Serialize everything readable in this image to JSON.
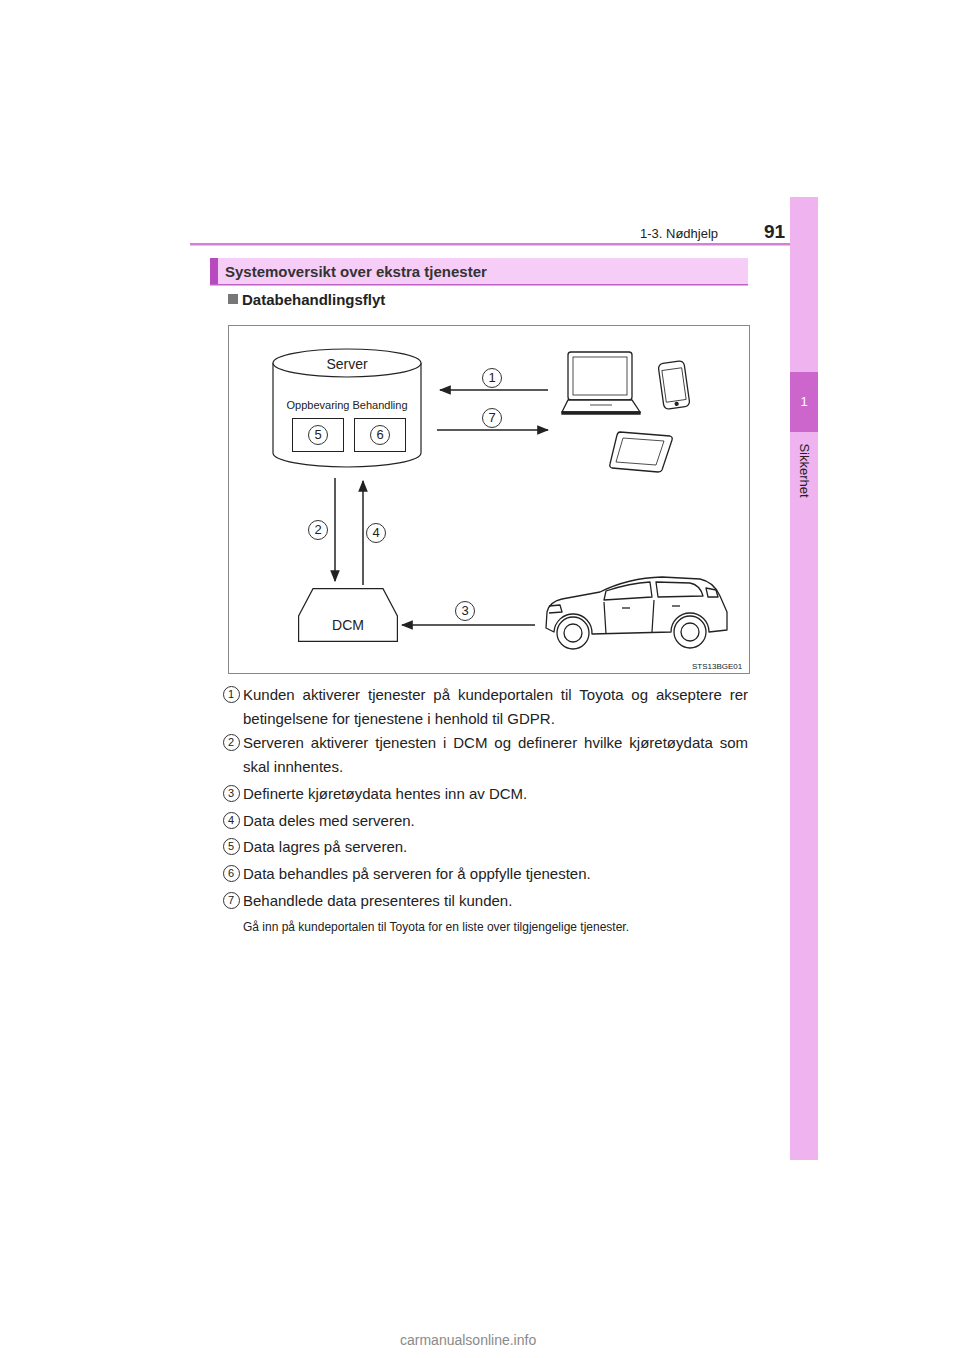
{
  "diagram": {
    "title": "Systemoversikt over ekstra tjenester",
    "nodes": [
      {
        "text": [
          "Server"
        ]
      },
      {
        "text": [
          "Oppbevaring",
          "5"
        ],
        "in": 0
      },
      {
        "text": [
          "Behandling",
          "6"
        ],
        "in": 0
      },
      {
        "text": [
          "DCM"
        ]
      }
    ],
    "edges": [
      {
        "from": 0,
        "to": 3,
        "label": "2",
        "arrow": "to"
      },
      {
        "from": 3,
        "to": 0,
        "label": "4",
        "arrow": "to"
      }
    ],
    "labels": [
      "91",
      "1-3. Nødhjelp",
      "1",
      "Sikkerhet",
      "Databehandlingsflyt",
      "1",
      "7",
      "3",
      "STS13BGE01",
      "1",
      "Kunden aktiverer tjenester på kundeportalen til Toyota og akseptere rer betingelsene for tjenestene i henhold til GDPR.",
      "2",
      "Serveren aktiverer tjenesten i DCM og definerer hvilke kjøretøydata som skal innhentes.",
      "3",
      "Definerte kjøretøydata hentes inn av DCM.",
      "4",
      "Data deles med serveren.",
      "5",
      "Data lagres på serveren.",
      "6",
      "Data behandles på serveren for å oppfylle tjenesten.",
      "7",
      "Behandlede data presenteres til kunden.",
      "Gå inn på kundeportalen til Toyota for en liste over tilgjengelige tjenester.",
      "carmanualsonline.info"
    ]
  }
}
